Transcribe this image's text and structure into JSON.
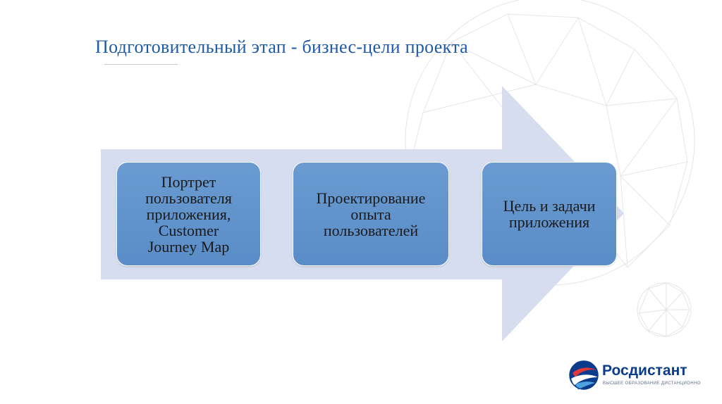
{
  "slide": {
    "title": "Подготовительный этап - бизнес-цели проекта"
  },
  "diagram": {
    "type": "process-arrow",
    "arrow_color": "#d5ddef",
    "box_color": "#5f91cb",
    "steps": [
      {
        "label": "Портрет\nпользователя\nприложения,\nCustomer\nJourney Map"
      },
      {
        "label": "Проектирование\nопыта\nпользователей"
      },
      {
        "label": "Цель и задачи\nприложения"
      }
    ]
  },
  "logo": {
    "name": "Росдистант",
    "tagline": "ВЫСШЕЕ ОБРАЗОВАНИЕ ДИСТАНЦИОННО",
    "brand_color": "#0b3c8c"
  }
}
